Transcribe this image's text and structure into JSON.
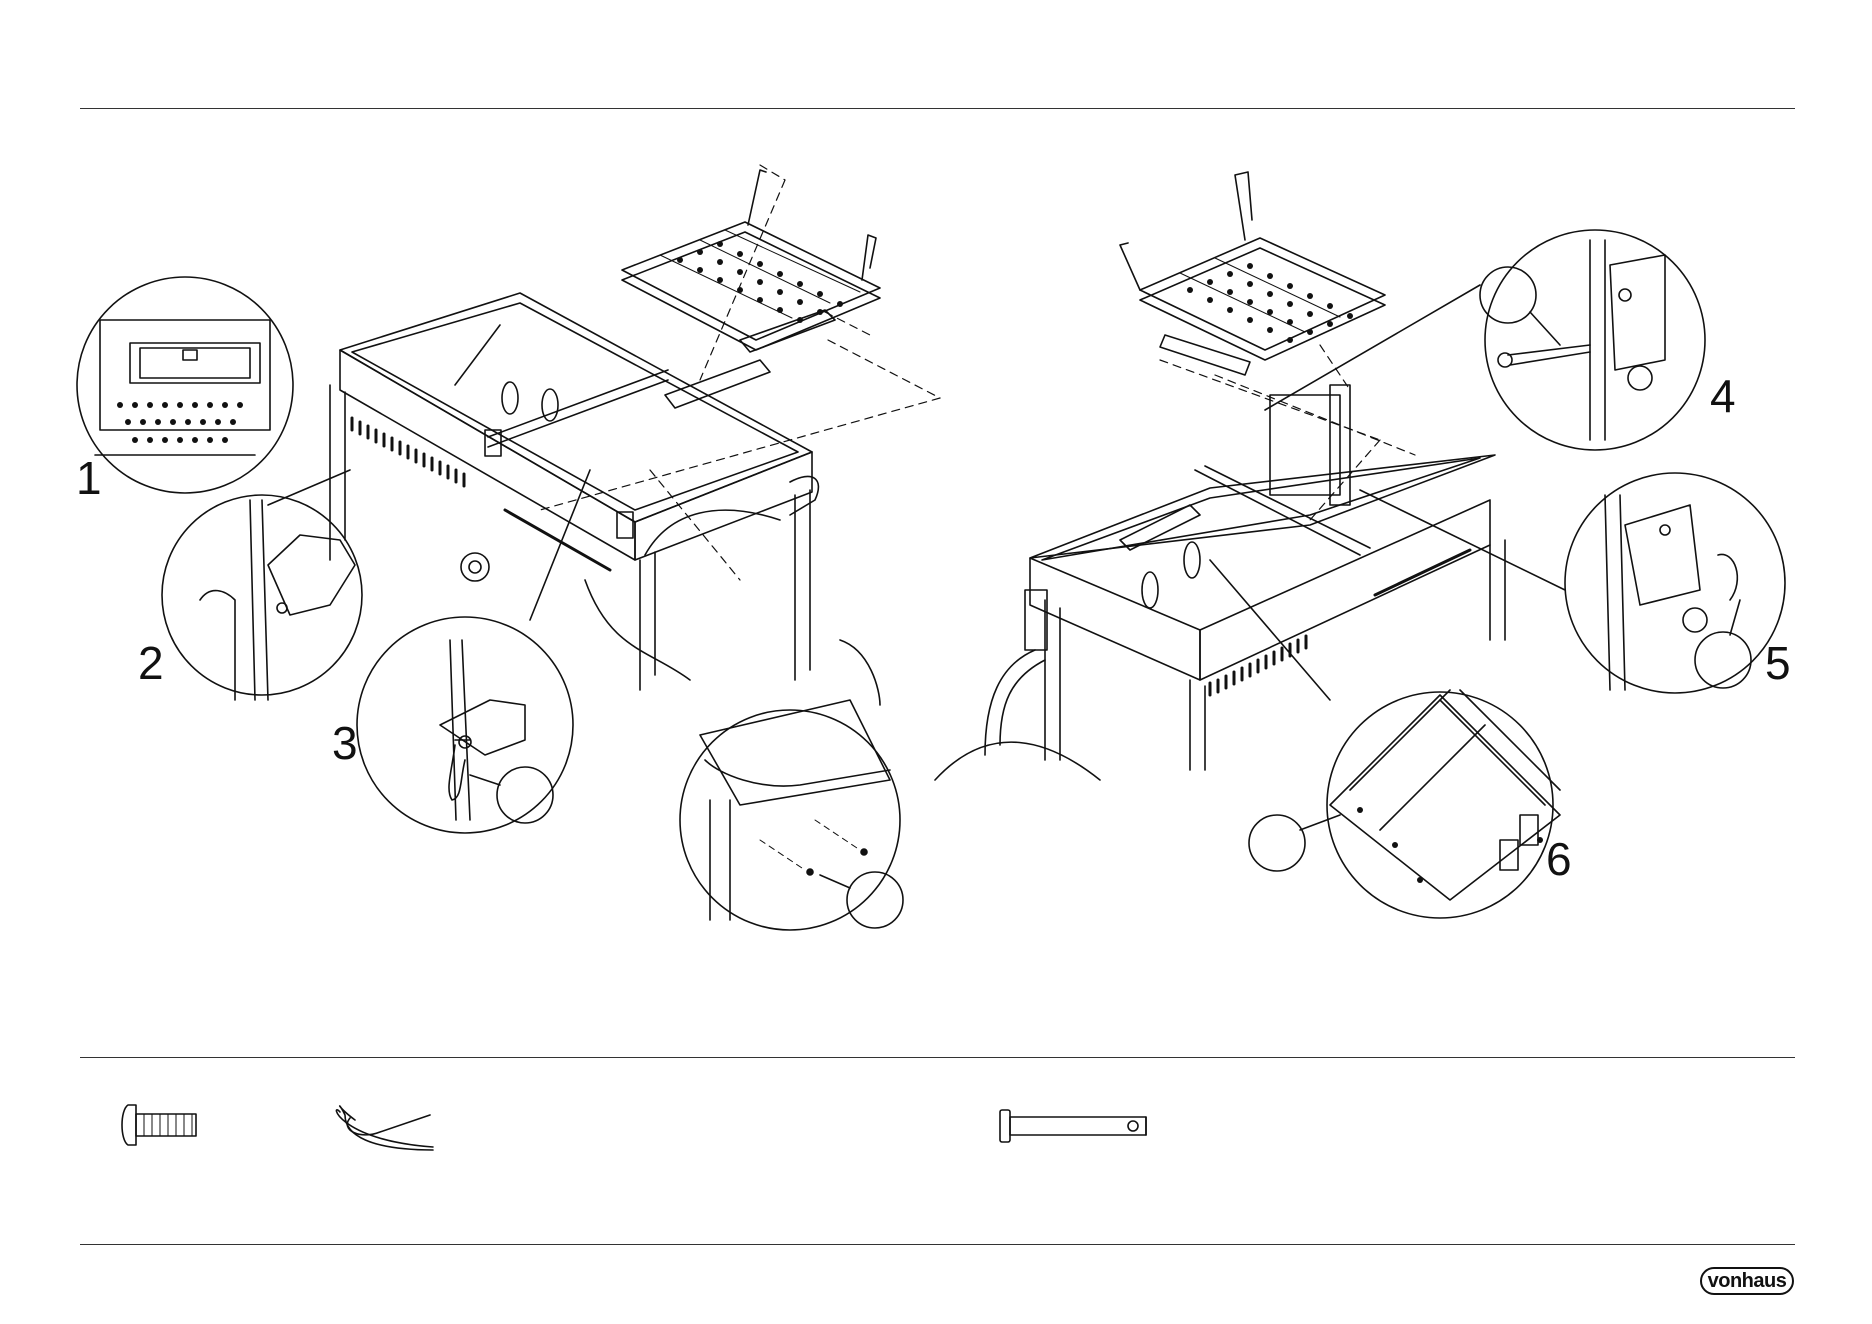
{
  "steps": [
    {
      "number": "1"
    },
    {
      "number": "2"
    },
    {
      "number": "3"
    },
    {
      "number": "4"
    },
    {
      "number": "5"
    },
    {
      "number": "6"
    }
  ],
  "hardware": [
    {
      "icon": "bolt-icon"
    },
    {
      "icon": "r-clip-icon"
    },
    {
      "icon": "clevis-pin-icon"
    }
  ],
  "brand": {
    "logo_text": "vonhaus"
  }
}
